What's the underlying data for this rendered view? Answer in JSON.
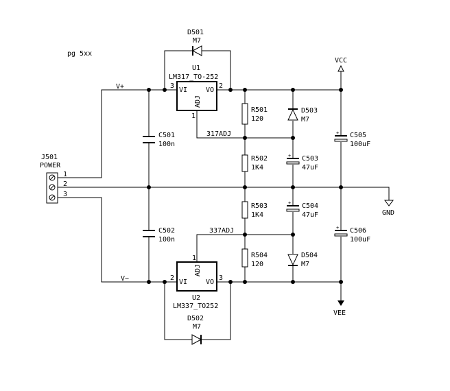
{
  "note": "pg 5xx",
  "nets": {
    "v_plus": "V+",
    "v_minus": "V−",
    "adj_317": "317ADJ",
    "adj_337": "337ADJ",
    "vcc": "VCC",
    "vee": "VEE",
    "gnd": "GND"
  },
  "connector": {
    "ref": "J501",
    "value": "POWER",
    "pins": [
      "1",
      "2",
      "3"
    ]
  },
  "regulators": [
    {
      "ref": "U1",
      "value": "LM317_TO-252",
      "vi": "VI",
      "vo": "VO",
      "adj": "ADJ",
      "pin_vi": "3",
      "pin_vo": "2",
      "pin_adj": "1"
    },
    {
      "ref": "U2",
      "value": "LM337_TO252",
      "vi": "VI",
      "vo": "VO",
      "adj": "ADJ",
      "pin_vi": "2",
      "pin_vo": "3",
      "pin_adj": "1"
    }
  ],
  "diodes": [
    {
      "ref": "D501",
      "value": "M7"
    },
    {
      "ref": "D502",
      "value": "M7"
    },
    {
      "ref": "D503",
      "value": "M7"
    },
    {
      "ref": "D504",
      "value": "M7"
    }
  ],
  "resistors": [
    {
      "ref": "R501",
      "value": "120"
    },
    {
      "ref": "R502",
      "value": "1K4"
    },
    {
      "ref": "R503",
      "value": "1K4"
    },
    {
      "ref": "R504",
      "value": "120"
    }
  ],
  "capacitors": [
    {
      "ref": "C501",
      "value": "100n"
    },
    {
      "ref": "C502",
      "value": "100n"
    },
    {
      "ref": "C503",
      "value": "47uF"
    },
    {
      "ref": "C504",
      "value": "47uF"
    },
    {
      "ref": "C505",
      "value": "100uF"
    },
    {
      "ref": "C506",
      "value": "100uF"
    }
  ]
}
